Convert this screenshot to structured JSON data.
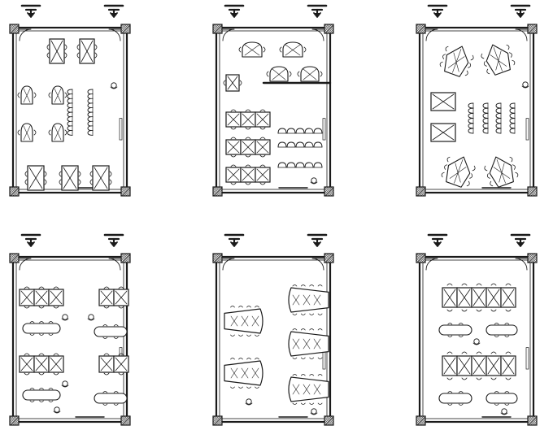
{
  "figure": {
    "description_visible_text": "",
    "ink_color": "#1a1a1a",
    "paper_color": "#ffffff",
    "style": "hand-drawn sketch"
  },
  "plans": [
    {
      "id": "plan-1",
      "layout": "mixed-islands-and-rows"
    },
    {
      "id": "plan-2",
      "layout": "divided-room-pods-and-rows"
    },
    {
      "id": "plan-3",
      "layout": "diamond-tables-and-rows"
    },
    {
      "id": "plan-4",
      "layout": "pods-with-benches"
    },
    {
      "id": "plan-5",
      "layout": "boat-tables"
    },
    {
      "id": "plan-6",
      "layout": "long-tables-with-benches"
    }
  ],
  "icons": {
    "entrance_arrow": "entrance-arrow-icon",
    "column": "column-icon",
    "door": "door-icon",
    "teacher": "teacher-icon"
  }
}
